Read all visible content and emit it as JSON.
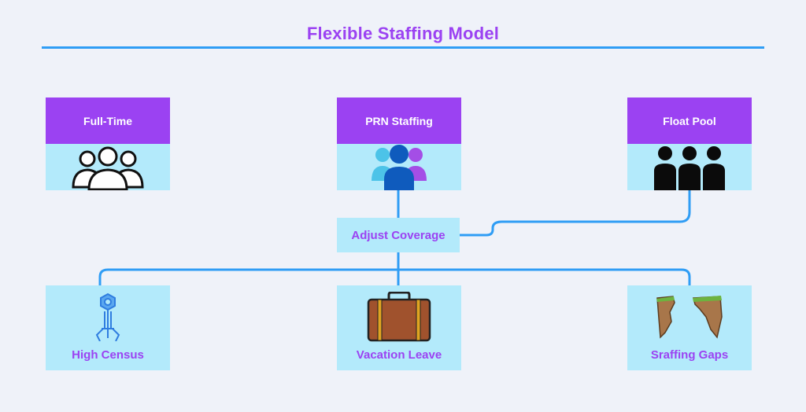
{
  "title": "Flexible Staffing Model",
  "top_cards": [
    {
      "label": "Full-Time",
      "icon": "people-outline-icon"
    },
    {
      "label": "PRN Staffing",
      "icon": "people-colored-icon"
    },
    {
      "label": "Float Pool",
      "icon": "people-solid-icon"
    }
  ],
  "hub": {
    "label": "Adjust Coverage"
  },
  "bottom_cards": [
    {
      "label": "High Census",
      "icon": "virus-bacteriophage-icon"
    },
    {
      "label": "Vacation Leave",
      "icon": "suitcase-icon"
    },
    {
      "label": "Sraffing Gaps",
      "icon": "cliff-gap-icon"
    }
  ],
  "colors": {
    "background": "#eff2f9",
    "accent_purple": "#9b42f2",
    "card_light_blue": "#b3eafb",
    "connector_blue": "#2f9df5"
  }
}
